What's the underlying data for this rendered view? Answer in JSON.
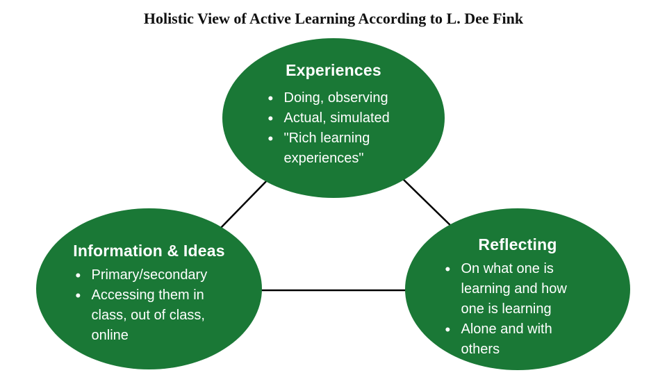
{
  "page": {
    "title": "Holistic View of Active Learning According to L. Dee Fink"
  },
  "colors": {
    "ellipse_fill": "#1A7836",
    "connector": "#000000",
    "node_text": "#FFFFFF",
    "title_text": "#111111"
  },
  "nodes": [
    {
      "id": "experiences",
      "title": "Experiences",
      "bullets": [
        "Doing, observing",
        "Actual, simulated",
        "\"Rich learning experiences\""
      ]
    },
    {
      "id": "information-ideas",
      "title": "Information & Ideas",
      "bullets": [
        "Primary/secondary",
        "Accessing them in class, out of class, online"
      ]
    },
    {
      "id": "reflecting",
      "title": "Reflecting",
      "bullets": [
        "On what one is learning and how one is learning",
        "Alone and with others"
      ]
    }
  ]
}
